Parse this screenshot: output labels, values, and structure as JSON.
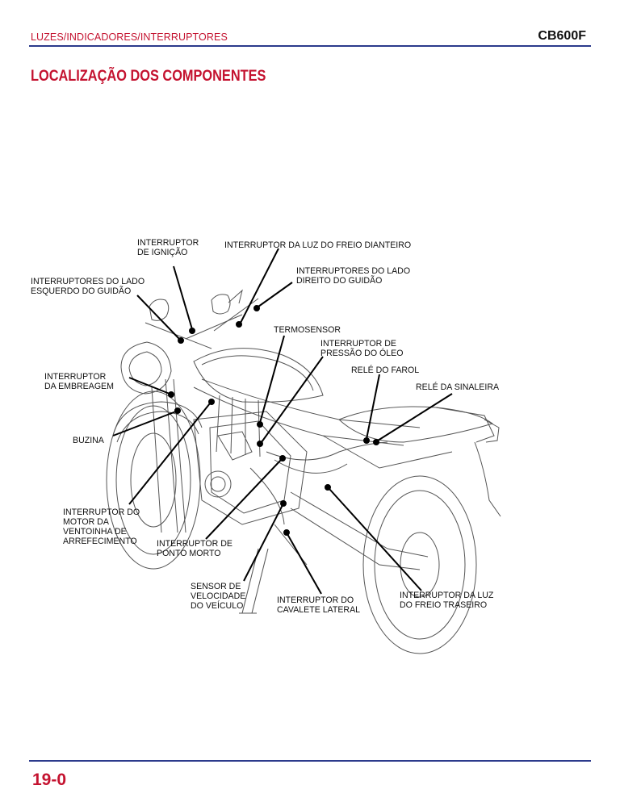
{
  "header": {
    "section": "LUZES/INDICADORES/INTERRUPTORES",
    "model": "CB600F"
  },
  "title": "LOCALIZAÇÃO DOS COMPONENTES",
  "page_number": "19-0",
  "labels": {
    "ignition_switch": "INTERRUPTOR\nDE IGNIÇÃO",
    "front_brake_light_switch": "INTERRUPTOR DA LUZ DO FREIO DIANTEIRO",
    "right_handlebar_switches": "INTERRUPTORES DO LADO\nDIREITO DO GUIDÃO",
    "left_handlebar_switches": "INTERRUPTORES DO LADO\nESQUERDO DO GUIDÃO",
    "thermosensor": "TERMOSENSOR",
    "oil_pressure_switch": "INTERRUPTOR DE\nPRESSÃO DO ÓLEO",
    "headlight_relay": "RELÉ DO FAROL",
    "clutch_switch": "INTERRUPTOR\nDA EMBREAGEM",
    "turn_signal_relay": "RELÉ DA SINALEIRA",
    "horn": "BUZINA",
    "fan_motor_switch": "INTERRUPTOR DO\nMOTOR DA\nVENTOINHA DE\nARREFECIMENTO",
    "neutral_switch": "INTERRUPTOR DE\nPONTO MORTO",
    "speed_sensor": "SENSOR DE\nVELOCIDADE\nDO VEÍCULO",
    "side_stand_switch": "INTERRUPTOR DO\nCAVALETE LATERAL",
    "rear_brake_light_switch": "INTERRUPTOR DA LUZ\nDO FREIO TRASEIRO"
  }
}
